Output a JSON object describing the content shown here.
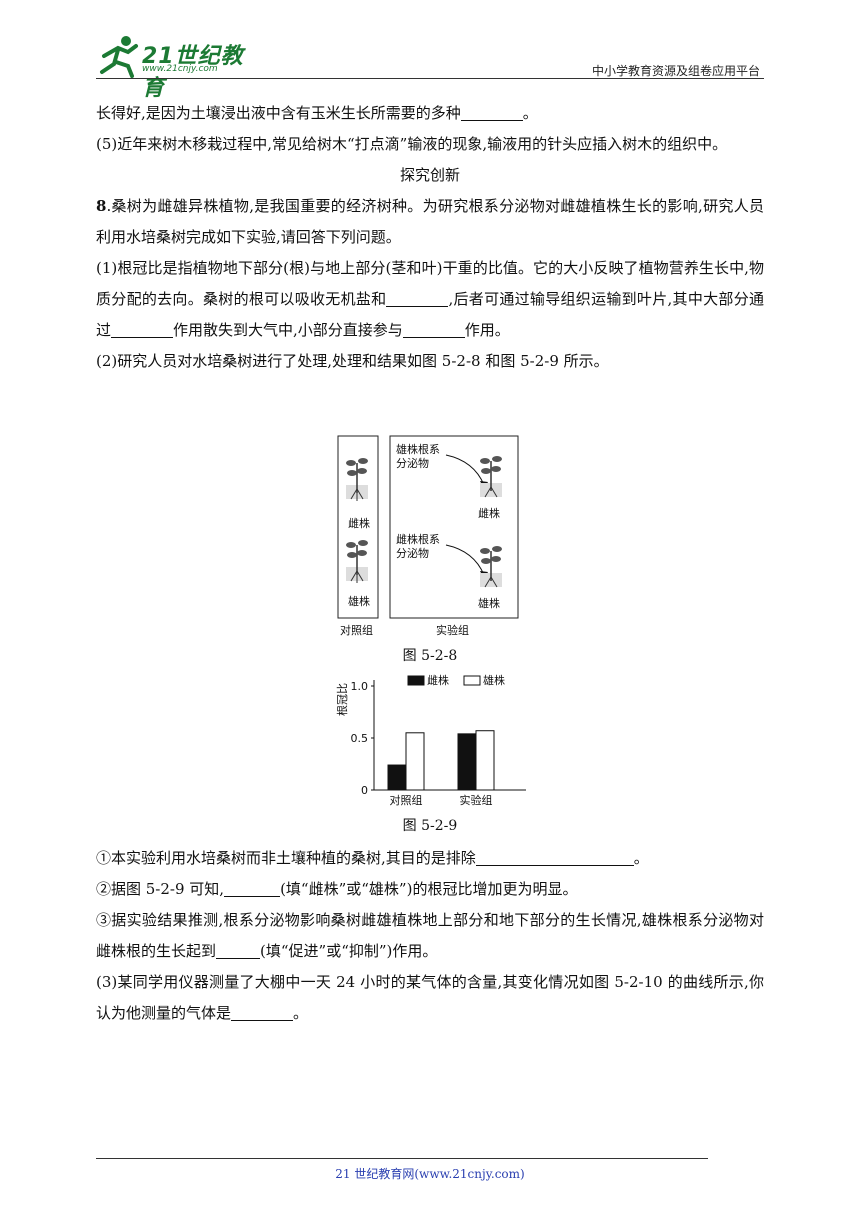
{
  "header": {
    "logo_text": "21世纪教育",
    "logo_url": "www.21cnjy.com",
    "right_text": "中小学教育资源及组卷应用平台"
  },
  "q7": {
    "line1_before": "长得好,是因为土壤浸出液中含有玉米生长所需要的多种",
    "line1_after": "。",
    "p5": "(5)近年来树木移栽过程中,常见给树木“打点滴”输液的现象,输液用的针头应插入树木的组织中。"
  },
  "section_title": "探究创新",
  "q8": {
    "number": "8",
    "intro": ".桑树为雌雄异株植物,是我国重要的经济树种。为研究根系分泌物对雌雄植株生长的影响,研究人员利用水培桑树完成如下实验,请回答下列问题。",
    "p1_a": "(1)根冠比是指植物地下部分(根)与地上部分(茎和叶)干重的比值。它的大小反映了植物营养生长中,物质分配的去向。桑树的根可以吸收无机盐和",
    "p1_b": ",后者可通过输导组织运输到叶片,其中大部分通过",
    "p1_c": "作用散失到大气中,小部分直接参与",
    "p1_d": "作用。",
    "p2": "(2)研究人员对水培桑树进行了处理,处理和结果如图 5-2-8 和图 5-2-9 所示。",
    "s1_a": "①本实验利用水培桑树而非土壤种植的桑树,其目的是排除",
    "s1_b": "。",
    "s2_a": "②据图 5-2-9 可知,",
    "s2_b": "(填“雌株”或“雄株”)的根冠比增加更为明显。",
    "s3_a": "③据实验结果推测,根系分泌物影响桑树雌雄植株地上部分和地下部分的生长情况,雄株根系分泌物对雌株根的生长起到",
    "s3_b": "(填“促进”或“抑制”)作用。",
    "p3_a": "(3)某同学用仪器测量了大棚中一天 24 小时的某气体的含量,其变化情况如图 5-2-10 的曲线所示,你认为他测量的气体是",
    "p3_b": "。"
  },
  "figure_5_2_8": {
    "caption": "图 5-2-8",
    "control_label": "对照组",
    "experiment_label": "实验组",
    "female": "雌株",
    "male": "雄株",
    "male_secretion": "雄株根系分泌物",
    "female_secretion": "雌株根系分泌物"
  },
  "figure_5_2_9": {
    "caption": "图 5-2-9"
  },
  "chart_data": {
    "type": "bar",
    "categories": [
      "对照组",
      "实验组"
    ],
    "series": [
      {
        "name": "雌株",
        "values": [
          0.24,
          0.54
        ],
        "color": "#111111"
      },
      {
        "name": "雄株",
        "values": [
          0.55,
          0.57
        ],
        "color": "#ffffff"
      }
    ],
    "ylabel": "根冠比",
    "ylim": [
      0,
      1.0
    ],
    "yticks": [
      "0",
      "0.5",
      "1.0"
    ],
    "legend": "top"
  },
  "footer": {
    "text": "21 世纪教育网(www.21cnjy.com)"
  }
}
